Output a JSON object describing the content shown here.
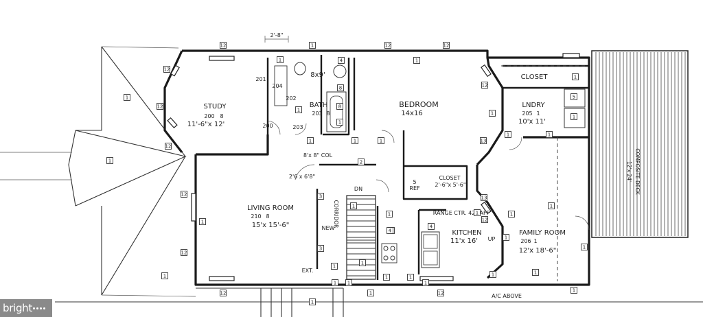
{
  "rooms": {
    "study": {
      "name": "STUDY",
      "number": "200",
      "tag": "8",
      "size": "11'-6\"x 12'"
    },
    "bath": {
      "name": "BATH",
      "number": "203",
      "tag": "8",
      "size": "8x9'"
    },
    "bedroom": {
      "name": "BEDROOM",
      "size": "14x16"
    },
    "closet_top": {
      "name": "CLOSET"
    },
    "laundry": {
      "name": "LNDRY",
      "number": "205",
      "tag": "1",
      "size": "10'x 11'"
    },
    "living": {
      "name": "LIVING ROOM",
      "number": "210",
      "tag": "8",
      "size": "15'x 15'-6\""
    },
    "kitchen": {
      "name": "KITCHEN",
      "size": "11'x 16'"
    },
    "family": {
      "name": "FAMILY ROOM",
      "number": "206",
      "tag": "1",
      "size": "12'x 18'-6\""
    },
    "closet_mid": {
      "name": "CLOSET",
      "size": "2'-6\"x 5'-6\""
    },
    "deck": {
      "name": "COMPOSITE DECK",
      "size": "12'x 24'"
    },
    "corridor": {
      "name": "CORRIDOR"
    }
  },
  "notes": {
    "top_dim": "2'-8\"",
    "opening_top": "8'x 8\" COL",
    "opening_left": "2'6 x 6'8\"",
    "ref": "REF",
    "ref_num": "5",
    "range": "RANGE CTR. 42\" AFF",
    "new": "NEW",
    "ext": "EXT.",
    "up": "UP",
    "dn": "DN",
    "ac_above": "A/C ABOVE",
    "door_200": "200",
    "door_201": "201",
    "door_202": "202",
    "door_203": "203",
    "door_204": "204"
  },
  "tags": {
    "t1": "1",
    "t2": "2",
    "t3": "3",
    "t4": "4",
    "t5": "5",
    "t8": "8",
    "t12": "12",
    "t13": "13"
  },
  "watermark": "bright"
}
